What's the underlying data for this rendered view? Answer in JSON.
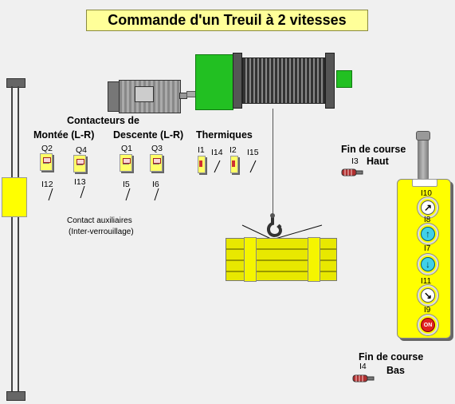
{
  "title": "Commande d'un Treuil à 2 vitesses",
  "groups": {
    "contacteurs_de": "Contacteurs de",
    "montee": "Montée (L-R)",
    "descente": "Descente (L-R)",
    "thermiques": "Thermiques"
  },
  "contactors": [
    {
      "tag": "Q2",
      "contact": "I12"
    },
    {
      "tag": "Q4",
      "contact": "I13"
    },
    {
      "tag": "Q1",
      "contact": "I5"
    },
    {
      "tag": "Q3",
      "contact": "I6"
    }
  ],
  "thermal": [
    {
      "tag": "I1",
      "contact": "I14"
    },
    {
      "tag": "I2",
      "contact": "I15"
    }
  ],
  "aux_note": {
    "line1": "Contact auxiliaires",
    "line2": "(Inter-verrouillage)"
  },
  "limit_top": {
    "line1": "Fin de course",
    "line2": "Haut",
    "tag": "I3"
  },
  "limit_bottom": {
    "line1": "Fin de course",
    "line2": "Bas",
    "tag": "I4"
  },
  "pendant": {
    "buttons": [
      {
        "tag": "I10",
        "icon": "arrow-up-right-icon",
        "glyph": "↗"
      },
      {
        "tag": "I8",
        "icon": "arrow-up-icon",
        "glyph": "↑"
      },
      {
        "tag": "I7",
        "icon": "arrow-down-icon",
        "glyph": "↓"
      },
      {
        "tag": "I11",
        "icon": "arrow-down-right-icon",
        "glyph": "↘"
      }
    ],
    "on_tag": "I9",
    "on_label": "ON"
  },
  "colors": {
    "motor_green": "#22c022",
    "load_yellow": "#e8e800",
    "pendant_yellow": "#ffff00",
    "button_cyan": "#40d0e8",
    "on_red": "#e02020"
  }
}
